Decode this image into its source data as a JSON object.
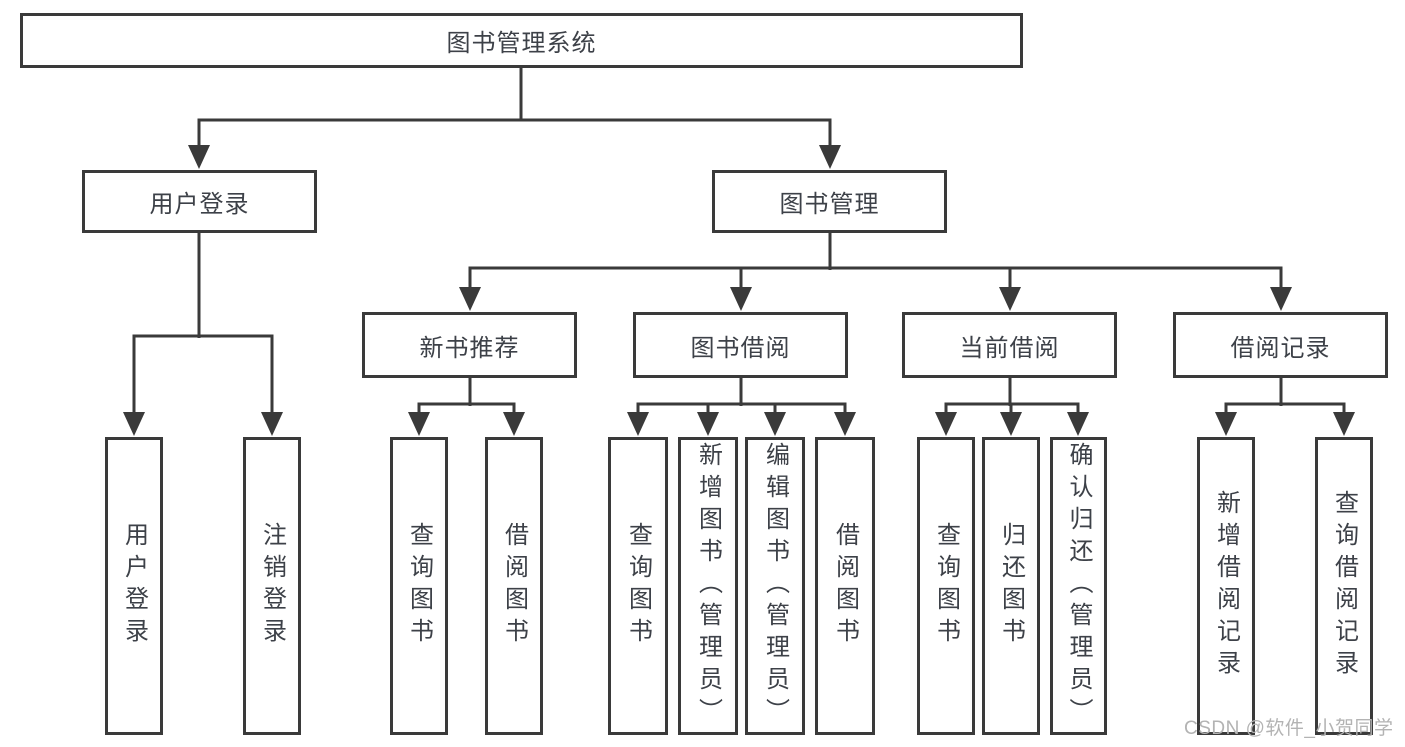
{
  "diagram": {
    "tree": {
      "root": {
        "label": "图书管理系统"
      },
      "level2": [
        {
          "label": "用户登录",
          "children": [
            {
              "label": "用户登录"
            },
            {
              "label": "注销登录"
            }
          ]
        },
        {
          "label": "图书管理",
          "children": [
            {
              "label": "新书推荐",
              "children": [
                {
                  "label": "查询图书"
                },
                {
                  "label": "借阅图书"
                }
              ]
            },
            {
              "label": "图书借阅",
              "children": [
                {
                  "label": "查询图书"
                },
                {
                  "label": "新增图书（管理员）"
                },
                {
                  "label": "编辑图书（管理员）"
                },
                {
                  "label": "借阅图书"
                }
              ]
            },
            {
              "label": "当前借阅",
              "children": [
                {
                  "label": "查询图书"
                },
                {
                  "label": "归还图书"
                },
                {
                  "label": "确认归还（管理员）"
                }
              ]
            },
            {
              "label": "借阅记录",
              "children": [
                {
                  "label": "新增借阅记录"
                },
                {
                  "label": "查询借阅记录"
                }
              ]
            }
          ]
        }
      ]
    }
  },
  "watermark": {
    "text": "CSDN @软件_小贺同学"
  },
  "colors": {
    "line": "#3a3a3a",
    "box_border": "#3a3a3a",
    "text": "#3d4148",
    "watermark": "#b3b3b3",
    "background": "#ffffff"
  }
}
